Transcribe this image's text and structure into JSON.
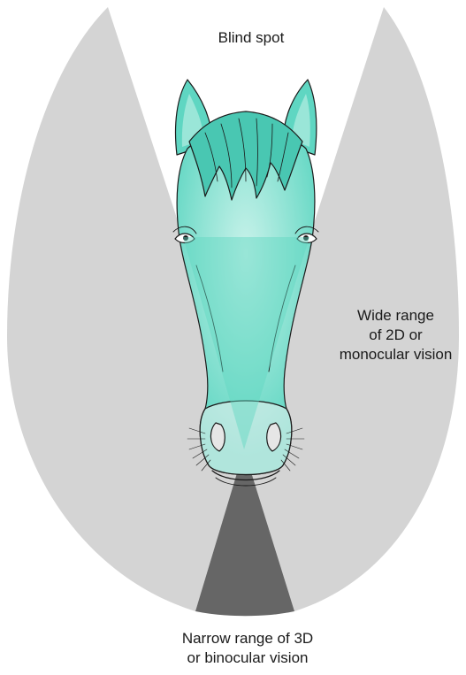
{
  "labels": {
    "blind_spot": "Blind spot",
    "monocular": [
      "Wide range",
      "of 2D or",
      "monocular vision"
    ],
    "binocular": [
      "Narrow range of 3D",
      "or binocular vision"
    ]
  },
  "colors": {
    "monocular_field": "#d4d4d4",
    "binocular_field": "#666666",
    "horse_fill": "#5fd6c2",
    "horse_highlight": "#c8f2ea",
    "outline": "#1a1a1a"
  },
  "icons": {
    "horse": "horse-head-icon"
  }
}
